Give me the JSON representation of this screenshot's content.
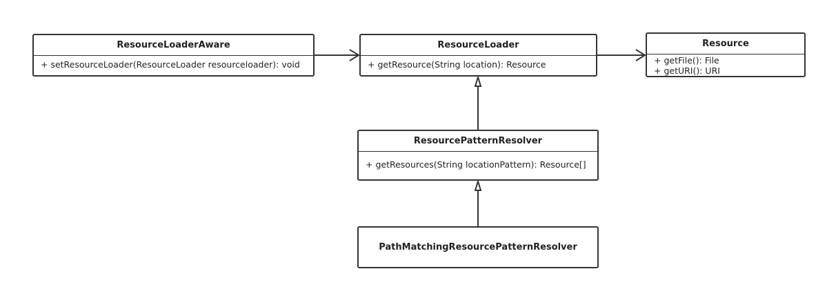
{
  "classes": {
    "resource_loader_aware": {
      "name": "ResourceLoaderAware",
      "methods": [
        "+ setResourceLoader(ResourceLoader resourceloader): void"
      ]
    },
    "resource_loader": {
      "name": "ResourceLoader",
      "methods": [
        "+ getResource(String location): Resource"
      ]
    },
    "resource": {
      "name": "Resource",
      "methods": [
        "+ getFile(): File",
        "+ getURI(): URI"
      ]
    },
    "resource_pattern_resolver": {
      "name": "ResourcePatternResolver",
      "methods": [
        "+ getResources(String locationPattern): Resource[]"
      ]
    },
    "path_matching_resource_pattern_resolver": {
      "name": "PathMatchingResourcePatternResolver",
      "methods": []
    }
  },
  "colors": {
    "line": "#333333",
    "text": "#222222",
    "background": "#ffffff"
  }
}
